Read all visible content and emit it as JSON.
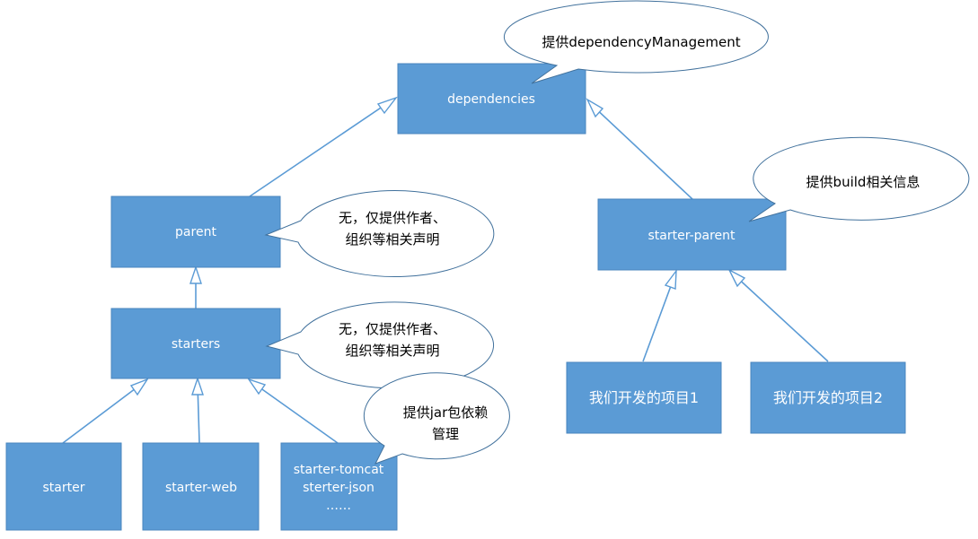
{
  "colors": {
    "node_fill": "#5b9bd5",
    "node_stroke": "#4a86be",
    "edge": "#5b9bd5",
    "callout_stroke": "#41719c",
    "background": "#ffffff"
  },
  "nodes": {
    "dependencies": {
      "label": "dependencies"
    },
    "parent": {
      "label": "parent"
    },
    "starters": {
      "label": "starters"
    },
    "starter": {
      "label": "starter"
    },
    "starter_web": {
      "label": "starter-web"
    },
    "starter_group": {
      "lines": [
        "starter-tomcat",
        "sterter-json",
        "……"
      ]
    },
    "starter_parent": {
      "label": "starter-parent"
    },
    "project1": {
      "label": "我们开发的项目1"
    },
    "project2": {
      "label": "我们开发的项目2"
    }
  },
  "callouts": {
    "dependencies": {
      "lines": [
        "提供dependencyManagement"
      ]
    },
    "parent": {
      "lines": [
        "无，仅提供作者、",
        "组织等相关声明"
      ]
    },
    "starters": {
      "lines": [
        "无，仅提供作者、",
        "组织等相关声明"
      ]
    },
    "jar": {
      "lines": [
        "提供jar包依赖",
        "管理"
      ]
    },
    "build": {
      "lines": [
        "提供build相关信息"
      ]
    }
  },
  "edges": [
    {
      "from": "parent",
      "to": "dependencies"
    },
    {
      "from": "starter_parent",
      "to": "dependencies"
    },
    {
      "from": "starters",
      "to": "parent"
    },
    {
      "from": "starter",
      "to": "starters"
    },
    {
      "from": "starter_web",
      "to": "starters"
    },
    {
      "from": "starter_group",
      "to": "starters"
    },
    {
      "from": "project1",
      "to": "starter_parent"
    },
    {
      "from": "project2",
      "to": "starter_parent"
    }
  ]
}
